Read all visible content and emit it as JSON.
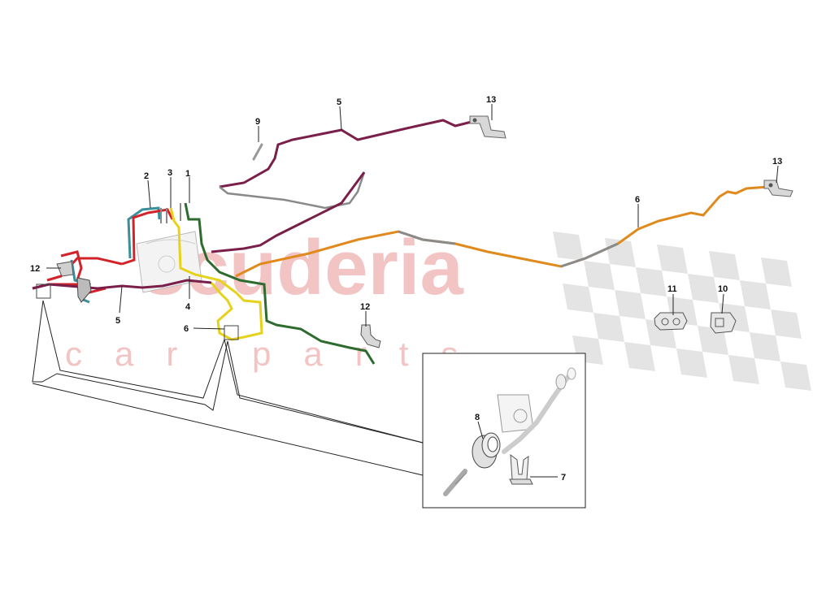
{
  "watermark": {
    "brand": "scuderia",
    "sub": "car parts",
    "color": "#f2c4c4",
    "flag_color": "#cfcfcf"
  },
  "callouts": {
    "c1": "1",
    "c2": "2",
    "c3": "3",
    "c4": "4",
    "c5a": "5",
    "c5b": "5",
    "c6a": "6",
    "c6b": "6",
    "c7": "7",
    "c8": "8",
    "c9": "9",
    "c10": "10",
    "c11": "11",
    "c12a": "12",
    "c12b": "12",
    "c13a": "13",
    "c13b": "13"
  },
  "line_colors": {
    "brake_line_1": "#2e6b2e",
    "brake_line_2": "#3a8f9a",
    "brake_line_3": "#d2232a",
    "brake_line_4": "#e6d21a",
    "brake_line_5": "#7a1f4a",
    "brake_line_6": "#e08a1e",
    "pipe_grey": "#8a8a8a"
  }
}
